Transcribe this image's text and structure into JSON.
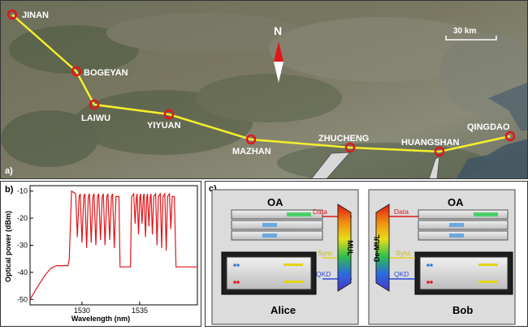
{
  "panel_a": {
    "label": "a)",
    "compass": "N",
    "scale_label": "30 km",
    "stations": [
      {
        "name": "JINAN"
      },
      {
        "name": "BOGEYAN"
      },
      {
        "name": "LAIWU"
      },
      {
        "name": "YIYUAN"
      },
      {
        "name": "MAZHAN"
      },
      {
        "name": "ZHUCHENG"
      },
      {
        "name": "HUANGSHAN"
      },
      {
        "name": "QINGDAO"
      }
    ],
    "colors": {
      "route": "#f4ef2a",
      "marker": "#e0161a"
    }
  },
  "panel_b": {
    "label": "b)",
    "chart_data": {
      "type": "line",
      "xlabel": "Wavelength (nm)",
      "ylabel": "Optical power (dBm)",
      "xlim": [
        1525.5,
        1540
      ],
      "ylim": [
        -52,
        -8
      ],
      "xticks": [
        1530,
        1535
      ],
      "yticks": [
        -10,
        -20,
        -30,
        -40,
        -50
      ],
      "color": "#e0161a",
      "series": [
        {
          "x": [
            1525.5,
            1526.2,
            1526.8,
            1527.3,
            1527.8,
            1528.3,
            1528.8,
            1528.9,
            1529.0,
            1529.1
          ],
          "y": [
            -50,
            -45,
            -41,
            -38.5,
            -37.5,
            -37.5,
            -37.5,
            -35,
            -22,
            -10
          ]
        }
      ]
    }
  },
  "panel_c": {
    "label": "c)",
    "alice": {
      "amp": "OA",
      "name": "Alice",
      "mux": "MUL",
      "signals": [
        "Data",
        "Sync",
        "QKD"
      ]
    },
    "bob": {
      "amp": "OA",
      "name": "Bob",
      "demux": "De-MUL",
      "signals": [
        "Data",
        "Sync",
        "QKD"
      ]
    },
    "colors": {
      "data": "#e0161a",
      "sync": "#e6d21a",
      "qkd": "#2b4ad8"
    }
  }
}
